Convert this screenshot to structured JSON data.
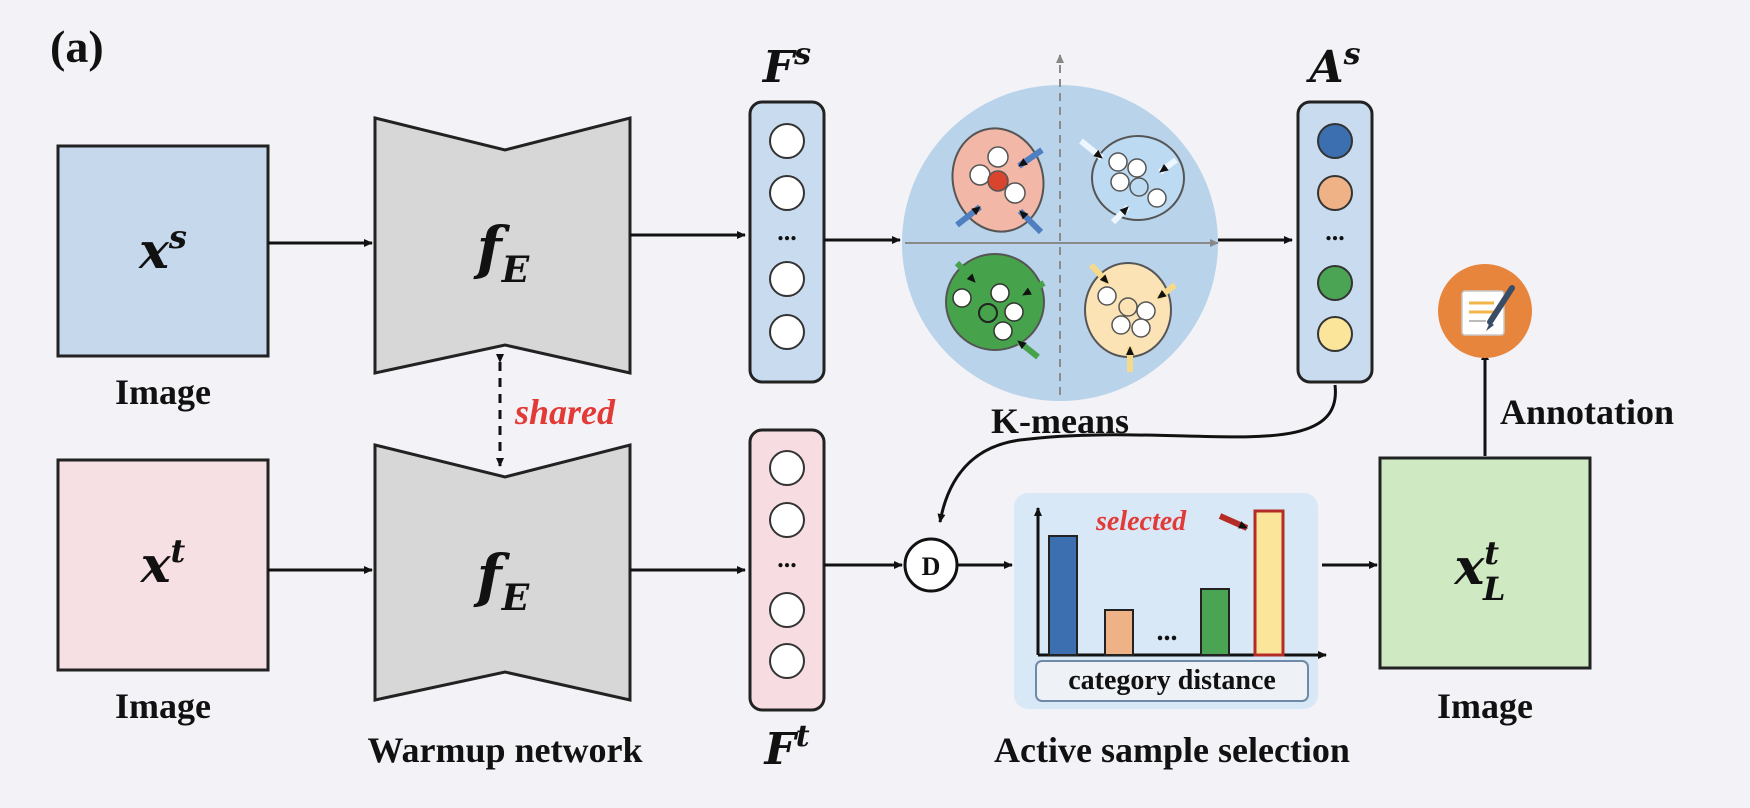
{
  "panel_label": "(a)",
  "source_image": {
    "var": "x",
    "sup": "s",
    "caption": "Image",
    "color": "#c5d8ec"
  },
  "target_image": {
    "var": "x",
    "sup": "t",
    "caption": "Image",
    "color": "#f6e0e4"
  },
  "encoder": {
    "var": "f",
    "sub": "E",
    "caption": "Warmup network",
    "color": "#d7d7d7"
  },
  "shared_label": "shared",
  "source_features": {
    "var": "F",
    "sup": "s",
    "color": "#c9dcef"
  },
  "target_features": {
    "var": "F",
    "sup": "t",
    "color": "#f7dde1"
  },
  "ellipsis": "...",
  "kmeans": {
    "caption": "K-means",
    "bg_color": "#b9d3ea",
    "clusters": [
      {
        "name": "cluster-red",
        "color": "#f2b7a6",
        "center": "#d9452c"
      },
      {
        "name": "cluster-blue",
        "color": "#bcdaf2",
        "center": "#bcdaf2"
      },
      {
        "name": "cluster-green",
        "color": "#47a24c",
        "center": "#47a24c"
      },
      {
        "name": "cluster-yellow",
        "color": "#fbe3b6",
        "center": "#fbe3b6"
      }
    ]
  },
  "anchors": {
    "var": "A",
    "sup": "s",
    "colors": [
      "#3c6fb0",
      "#eeb286",
      "#4ba454",
      "#fbe59a"
    ]
  },
  "distance_node": "D",
  "selection": {
    "caption": "Active sample selection",
    "axis_label": "category distance",
    "selected_label": "selected",
    "ellipsis": "...",
    "bar_colors": [
      "#3c6fb0",
      "#eeb286",
      "#4ba454",
      "#fbe59a"
    ]
  },
  "labeled_image": {
    "var": "x",
    "sup": "t",
    "sub": "L",
    "caption": "Image",
    "color": "#cfe9c2"
  },
  "annotation_label": "Annotation",
  "accent_red": "#e23a36"
}
